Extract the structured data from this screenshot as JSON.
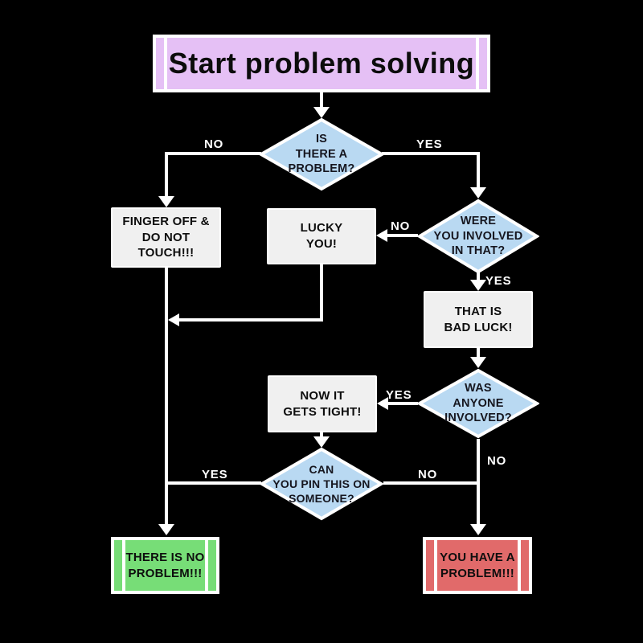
{
  "colors": {
    "background": "#000000",
    "start_fill": "#e5c0f5",
    "decision_fill": "#b9d9f2",
    "process_fill": "#f0f0f0",
    "success_fill": "#77dd77",
    "danger_fill": "#e16a6a",
    "line": "#ffffff",
    "text_dark": "#16161f"
  },
  "nodes": {
    "start": {
      "type": "terminal",
      "label": "Start problem solving"
    },
    "is_there_a_problem": {
      "type": "decision",
      "label": "IS\nTHERE A\nPROBLEM?"
    },
    "finger_off": {
      "type": "process",
      "label": "FINGER OFF &\nDO NOT\nTOUCH!!!"
    },
    "were_you_involved": {
      "type": "decision",
      "label": "WERE\nYOU INVOLVED\nIN THAT?"
    },
    "lucky_you": {
      "type": "process",
      "label": "LUCKY\nYOU!"
    },
    "that_is_bad_luck": {
      "type": "process",
      "label": "THAT IS\nBAD LUCK!"
    },
    "was_anyone_involved": {
      "type": "decision",
      "label": "WAS\nANYONE\nINVOLVED?"
    },
    "now_it_gets_tight": {
      "type": "process",
      "label": "NOW IT\nGETS TIGHT!"
    },
    "can_you_pin": {
      "type": "decision",
      "label": "CAN\nYOU PIN THIS ON\nSOMEONE?"
    },
    "no_problem": {
      "type": "terminal",
      "label": "THERE IS NO\nPROBLEM!!!"
    },
    "have_problem": {
      "type": "terminal",
      "label": "YOU HAVE A\nPROBLEM!!!"
    }
  },
  "edges": {
    "problem_no": "NO",
    "problem_yes": "YES",
    "involved_no": "NO",
    "involved_yes": "YES",
    "anyone_yes": "YES",
    "anyone_no": "NO",
    "pin_yes": "YES",
    "pin_no": "NO"
  }
}
